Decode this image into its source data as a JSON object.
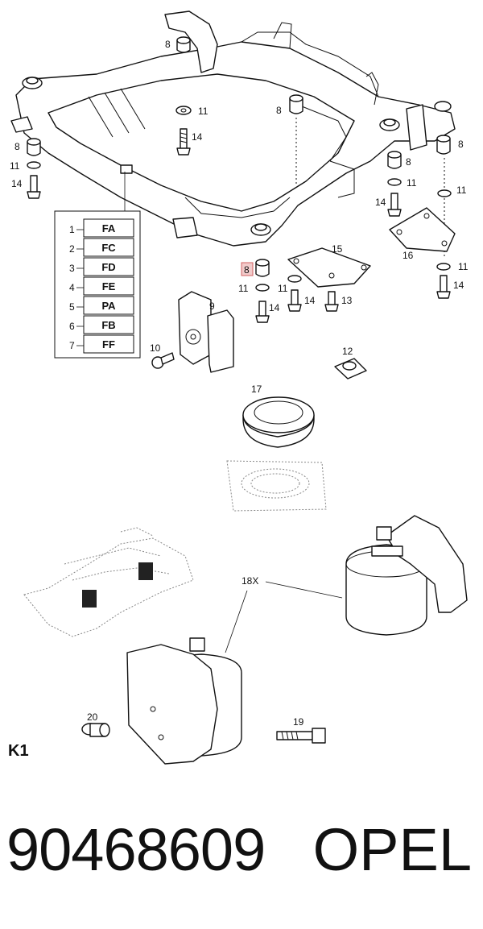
{
  "diagram": {
    "sheet_label": "K1",
    "callouts": {
      "c8a": "8",
      "c8b": "8",
      "c8c": "8",
      "c8d": "8",
      "c8e": "8",
      "c8f": "8",
      "c9": "9",
      "c10": "10",
      "c11a": "11",
      "c11b": "11",
      "c11c": "11",
      "c11d": "11",
      "c11e": "11",
      "c11f": "11",
      "c11g": "11",
      "c12": "12",
      "c13": "13",
      "c14a": "14",
      "c14b": "14",
      "c14c": "14",
      "c14d": "14",
      "c14e": "14",
      "c14f": "14",
      "c15": "15",
      "c16": "16",
      "c17": "17",
      "c18": "18X",
      "c19": "19",
      "c20": "20"
    },
    "highlighted_callout": "8",
    "highlight_color": "#e8a0a0",
    "code_table": [
      {
        "num": "1",
        "code": "FA"
      },
      {
        "num": "2",
        "code": "FC"
      },
      {
        "num": "3",
        "code": "FD"
      },
      {
        "num": "4",
        "code": "FE"
      },
      {
        "num": "5",
        "code": "PA"
      },
      {
        "num": "6",
        "code": "FB"
      },
      {
        "num": "7",
        "code": "FF"
      }
    ]
  },
  "footer": {
    "part_number": "90468609",
    "brand": "OPEL"
  }
}
